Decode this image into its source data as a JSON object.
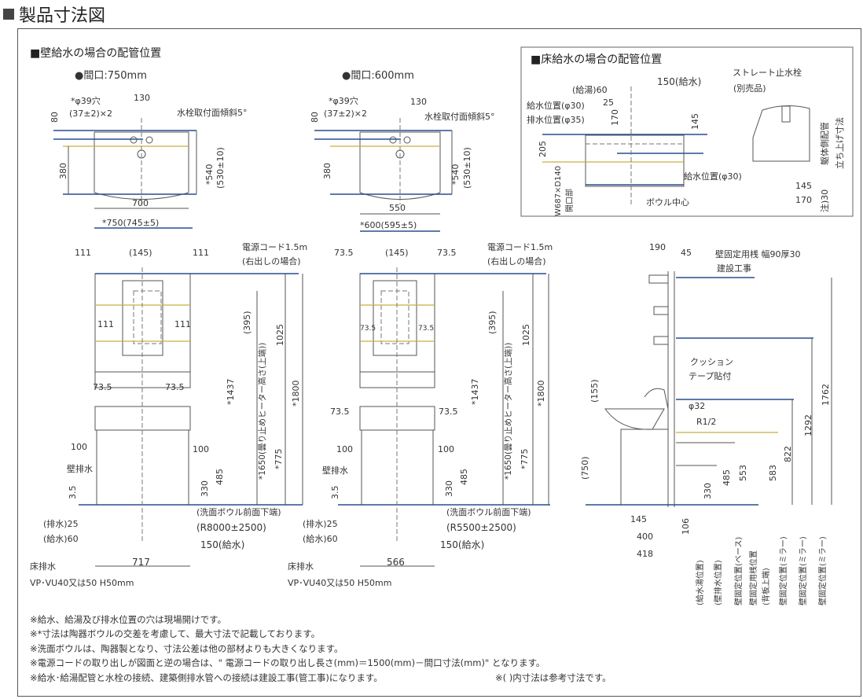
{
  "page_title": "製品寸法図",
  "wall_supply": {
    "title": "■壁給水の場合の配管位置",
    "w750": {
      "heading": "●間口:750mm",
      "hole": "*φ39穴",
      "hole_size": "(37±2)×2",
      "d130": "130",
      "slope": "水栓取付面傾斜5°",
      "d80": "80",
      "d380": "380",
      "d700": "700",
      "width": "*750(745±5)",
      "d540": "*540",
      "d530": "(530±10)"
    },
    "w600": {
      "heading": "●間口:600mm",
      "hole": "*φ39穴",
      "hole_size": "(37±2)×2",
      "d130": "130",
      "slope": "水栓取付面傾斜5°",
      "d80": "80",
      "d380": "380",
      "d550": "550",
      "width": "*600(595±5)",
      "d540": "*540",
      "d530": "(530±10)"
    }
  },
  "floor_supply": {
    "title": "■床給水の場合の配管位置",
    "hot60": "(給湯)60",
    "cold150": "150(給水)",
    "d25": "25",
    "supply_pos": "給水位置(φ30)",
    "drain_pos": "排水位置(φ35)",
    "d170": "170",
    "d145": "145",
    "d205": "205",
    "opening_size": "W687×D140",
    "opening": "開口部",
    "supply_pos2": "給水位置(φ30)",
    "bowl_center": "ボウル中心",
    "valve": "ストレート止水栓",
    "valve_note": "(別売品)",
    "body_pipe": "躯体側配管",
    "rise": "立ち上げ寸法",
    "s145": "145",
    "s170": "170",
    "note30": "注)30"
  },
  "front750": {
    "d111a": "111",
    "d145": "(145)",
    "d111b": "111",
    "cord": "電源コード1.5m",
    "cord_note": "(右出しの場合)",
    "d111c": "111",
    "d111d": "111",
    "d395": "(395)",
    "heater": "*1650(曇り止めヒーター高さ(上端))",
    "d1025": "1025",
    "d1437": "*1437",
    "d1800": "*1800",
    "d775": "*775",
    "d735a": "73.5",
    "d735b": "73.5",
    "d100a": "100",
    "d100b": "100",
    "wall_drain": "壁排水",
    "d35": "3.5",
    "d330": "330",
    "d485": "485",
    "bowl_bottom": "(洗面ボウル前面下端)",
    "radius": "(R8000±2500)",
    "drain25": "(排水)25",
    "supply60": "(給水)60",
    "supply150": "150(給水)",
    "d717": "717",
    "floor_drain": "床排水",
    "pipe": "VP･VU40又は50 H50mm"
  },
  "front600": {
    "d735a": "73.5",
    "d145": "(145)",
    "d735b": "73.5",
    "cord": "電源コード1.5m",
    "cord_note": "(右出しの場合)",
    "d735c": "73.5",
    "d735d": "73.5",
    "d395": "(395)",
    "heater": "*1650(曇り止めヒーター高さ(上端))",
    "d1025": "1025",
    "d1437": "*1437",
    "d1800": "*1800",
    "d775": "*775",
    "d735e": "73.5",
    "d735f": "73.5",
    "d100a": "100",
    "d100b": "100",
    "wall_drain": "壁排水",
    "d35": "3.5",
    "d330": "330",
    "d485": "485",
    "bowl_bottom": "(洗面ボウル前面下端)",
    "radius": "(R5500±2500)",
    "drain25": "(排水)25",
    "supply60": "(給水)60",
    "supply150": "150(給水)",
    "d566": "566",
    "floor_drain": "床排水",
    "pipe": "VP･VU40又は50 H50mm"
  },
  "side": {
    "d190": "190",
    "d45": "45",
    "batten": "壁固定用桟 幅90厚30",
    "construction": "建設工事",
    "cushion": "クッション",
    "tape": "テープ貼付",
    "d155": "(155)",
    "phi32": "φ32",
    "r12": "R1/2",
    "d750": "(750)",
    "d330": "330",
    "d485": "485",
    "d553": "553",
    "d583": "583",
    "d822": "822",
    "d1292": "1292",
    "d1762": "1762",
    "d145": "145",
    "d400": "400",
    "d418": "418",
    "d106": "106",
    "labels": [
      "(給水湯位置)",
      "(壁排水位置)",
      "壁固定位置(ベース)",
      "壁固定用桟位置",
      "(背板上端)",
      "壁固定位置(ミラー)",
      "壁固定位置(ミラー)",
      "壁固定位置(ミラー)"
    ]
  },
  "notes": [
    "※給水、給湯及び排水位置の穴は現場開けです。",
    "※*寸法は陶器ボウルの交差を考慮して、最大寸法で記載しております。",
    "※洗面ボウルは、陶器製となり、寸法公差は他の部材よりも大きくなります。",
    "※電源コードの取り出しが図面と逆の場合は、\" 電源コードの取り出し長さ(mm)＝1500(mm)－間口寸法(mm)\" となります。",
    "※給水･給湯配管と水栓の接続、建築側排水管への接続は建設工事(管工事)になります。",
    "※(  )内寸法は参考寸法です。"
  ]
}
